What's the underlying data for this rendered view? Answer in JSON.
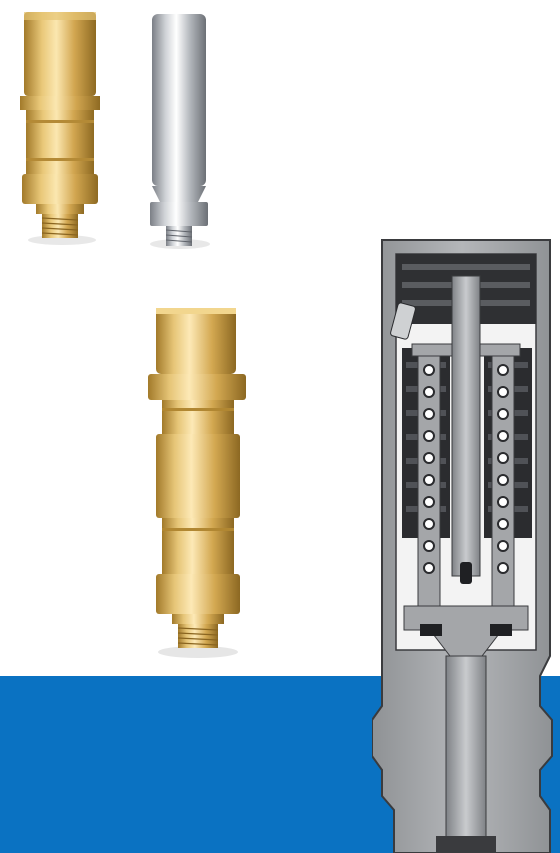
{
  "scene": {
    "description_visible_text": "",
    "colors": {
      "background": "#ffffff",
      "band": "#0a72c2",
      "brass_light": "#f0d48a",
      "brass_mid": "#d6ad55",
      "brass_dark": "#9c7424",
      "steel_light": "#eef0f2",
      "steel_mid": "#b8bcc2",
      "steel_dark": "#6d7279",
      "section_gray": "#a9abae",
      "section_dark": "#2a2b2e",
      "cavity": "#f4f4f4"
    }
  },
  "items": [
    {
      "name": "brass-relief-valve-small",
      "material": "brass"
    },
    {
      "name": "steel-relief-valve",
      "material": "stainless steel"
    },
    {
      "name": "brass-relief-valve-large",
      "material": "brass"
    },
    {
      "name": "valve-cross-section",
      "material": "cutaway"
    }
  ]
}
